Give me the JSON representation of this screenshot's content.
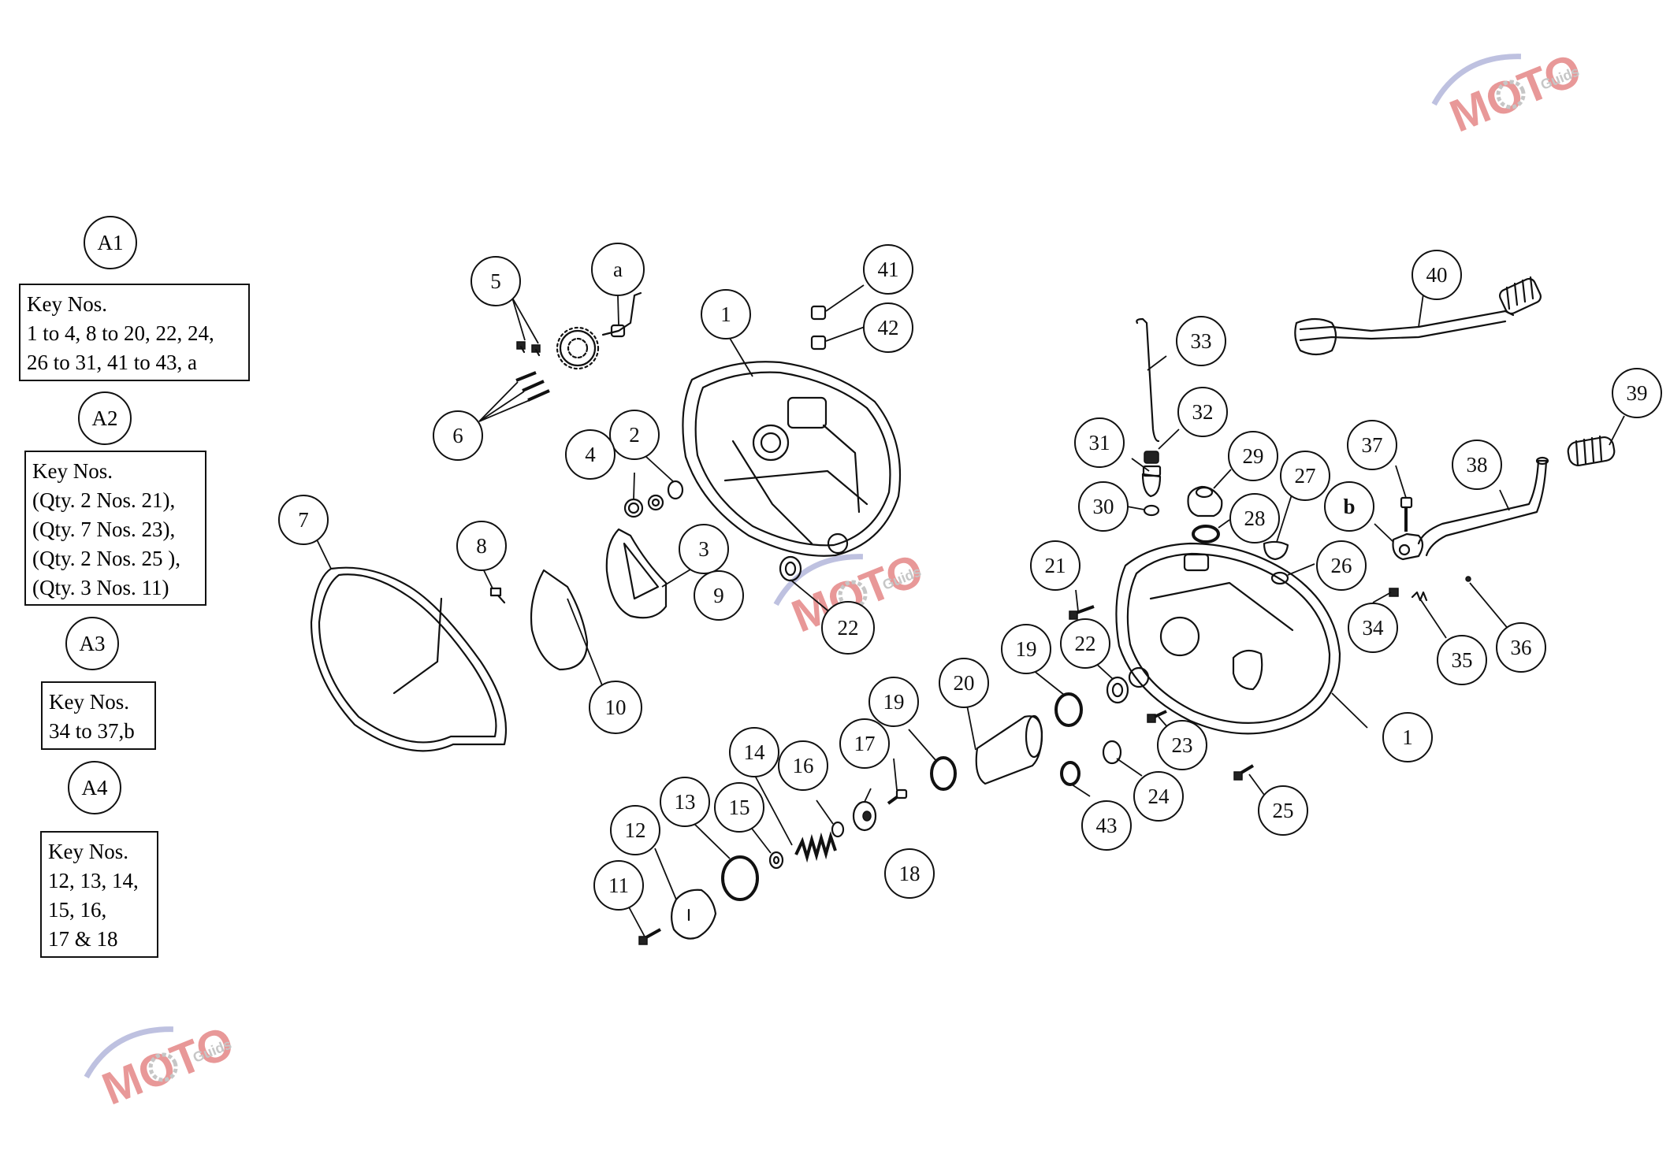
{
  "kits": [
    {
      "label": "A1",
      "lines": [
        "Key Nos.",
        "1 to 4, 8 to 20, 22, 24,",
        "26 to 31, 41 to 43, a"
      ]
    },
    {
      "label": "A2",
      "lines": [
        "Key Nos.",
        "(Qty. 2 Nos. 21),",
        "(Qty. 7 Nos. 23),",
        "(Qty. 2 Nos. 25 ),",
        "(Qty. 3 Nos. 11)"
      ]
    },
    {
      "label": "A3",
      "lines": [
        "Key Nos.",
        "34 to 37,b"
      ]
    },
    {
      "label": "A4",
      "lines": [
        "Key Nos.",
        "12, 13, 14,",
        "15, 16,",
        "17 & 18"
      ]
    }
  ],
  "callouts": [
    "a",
    "1",
    "2",
    "3",
    "4",
    "5",
    "6",
    "7",
    "8",
    "9",
    "10",
    "11",
    "12",
    "13",
    "14",
    "15",
    "16",
    "17",
    "18",
    "19",
    "19",
    "20",
    "21",
    "22",
    "22",
    "23",
    "24",
    "25",
    "26",
    "27",
    "28",
    "29",
    "30",
    "31",
    "32",
    "33",
    "34",
    "35",
    "36",
    "37",
    "38",
    "39",
    "40",
    "41",
    "42",
    "43",
    "b",
    "1"
  ],
  "watermark": {
    "brand": "MOTO",
    "sub": "Guids",
    "accent": "#8a90c8",
    "brand_color": "#d64545"
  }
}
